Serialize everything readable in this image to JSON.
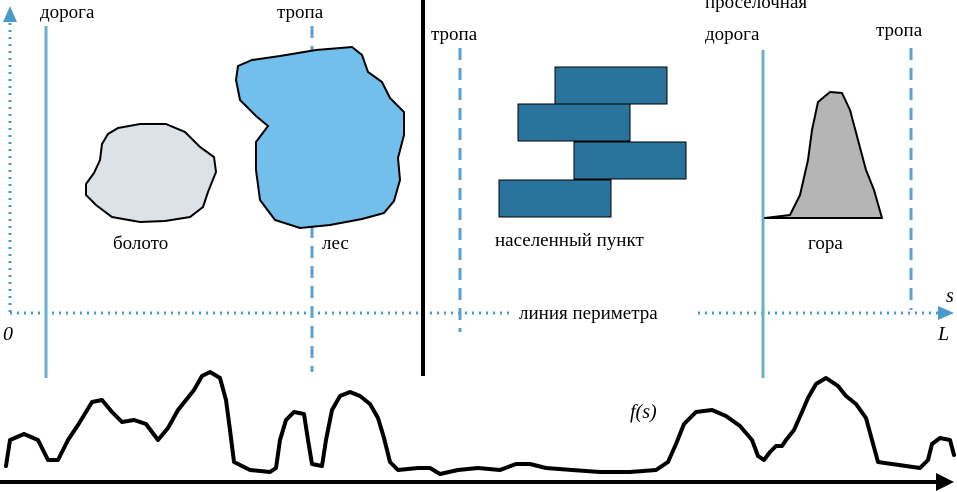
{
  "labels": {
    "road": "дорога",
    "trail_1": "тропа",
    "trail_2": "тропа",
    "trail_3": "тропа",
    "dirt_road_line1": "проселочная",
    "dirt_road_line2": "дорога",
    "swamp": "болото",
    "forest": "лес",
    "settlement": "населенный пункт",
    "mountain": "гора",
    "perimeter_line": "линия периметра",
    "origin": "0",
    "axis_s": "s",
    "axis_L": "L",
    "function": "f(s)"
  },
  "colors": {
    "axis_dotted": "#4a9cc7",
    "road_line": "#6aaed0",
    "trail_dashed": "#5aa3cc",
    "swamp_fill": "#dde1e8",
    "forest_fill": "#72bfeb",
    "settlement_fill": "#29739d",
    "mountain_fill": "#b5b5b5",
    "divider": "#000000",
    "function_curve": "#000000"
  }
}
